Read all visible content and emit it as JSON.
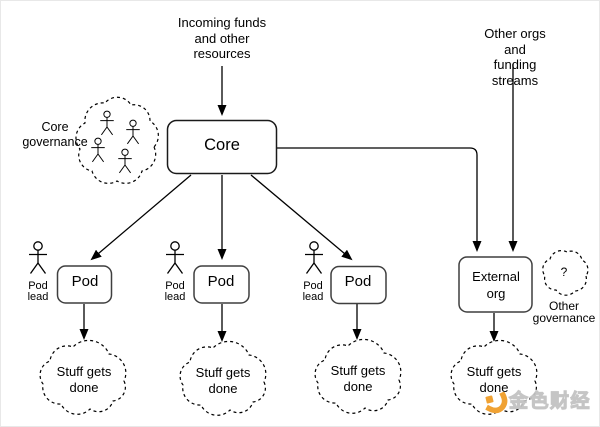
{
  "labels": {
    "incoming_funds": "Incoming funds\nand other\nresources",
    "other_orgs": "Other orgs and\nfunding streams",
    "core_governance": "Core\ngovernance",
    "other_governance": "Other\ngovernance",
    "question_mark": "?"
  },
  "nodes": {
    "core": {
      "label": "Core"
    },
    "external_org": {
      "label": "External\norg"
    },
    "pods": [
      {
        "label": "Pod",
        "lead_label": "Pod\nlead"
      },
      {
        "label": "Pod",
        "lead_label": "Pod\nlead"
      },
      {
        "label": "Pod",
        "lead_label": "Pod\nlead"
      }
    ]
  },
  "outputs": [
    "Stuff gets\ndone",
    "Stuff gets\ndone",
    "Stuff gets\ndone",
    "Stuff gets\ndone"
  ],
  "watermark": {
    "brand": "金色财经"
  },
  "colors": {
    "line": "#000000",
    "node_border": "#3f3f3f",
    "background": "#ffffff",
    "watermark_orange": "#f0a233",
    "watermark_gray": "#c2c2c2"
  }
}
